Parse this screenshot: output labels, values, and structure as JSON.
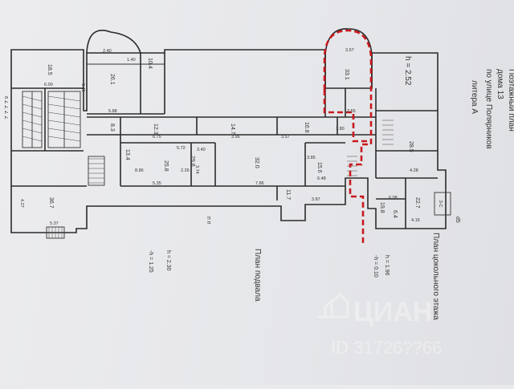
{
  "header": {
    "title_lines": [
      "Поэтажный план",
      "дома 13",
      "по улице Полярников",
      "литера А"
    ]
  },
  "plans": {
    "cellar": {
      "title": "План подвала",
      "h": "h = 2.30",
      "neg_h": "-h = 1.25"
    },
    "socle": {
      "title": "План цокольного этажа",
      "h": "h = 1.96",
      "neg_h": "-h = 0.10"
    }
  },
  "floor_mark": "п п",
  "annotation_d5": "d5",
  "section_mark": "3-С",
  "height_label": "h = 2.52",
  "watermark": {
    "brand": "ЦИАН",
    "id": "ID 31726??66"
  },
  "room_dims": {
    "arch_top_left": "2.40",
    "arch_top_left2": "1.40",
    "arch_top_right": "3.67",
    "corridor": "6.00",
    "left_wall": "5.45",
    "room_a": "5.88",
    "room_b": "6.75",
    "room_c": "3.95",
    "room_d": "5.72",
    "room_e": "3.40",
    "room_f": "3.57",
    "room_g": "3.85",
    "room_h": "2.55",
    "room_i": "5.35",
    "room_j": "4.27",
    "room_k": "5.37",
    "room_l": "7.86",
    "room_m": "6.48",
    "room_n": "4.28",
    "room_o": "4.16",
    "room_p": "3.87",
    "room_q": "3.74",
    "room_r": "2.26",
    "room_s": "6.08",
    "room_t": "8.86",
    "room_u": "1.80"
  },
  "room_areas": {
    "r1": "18.5",
    "r2": "26.1",
    "r3": "10.4",
    "r4": "33.1",
    "r5": "28.5",
    "r6": "12.3",
    "r7": "14.7",
    "r8": "16.8",
    "r9": "32.0",
    "r10": "25.8",
    "r11": "36.7",
    "r12": "15.6",
    "r13": "22.7",
    "r14": "19.8",
    "r15": "13.4",
    "r16": "29.8",
    "r17": "8.3",
    "r18": "11.7",
    "r19": "6.4"
  },
  "colors": {
    "paper": "#e9eaec",
    "walls": "#2b2b2b",
    "highlight": "#c8191e"
  }
}
